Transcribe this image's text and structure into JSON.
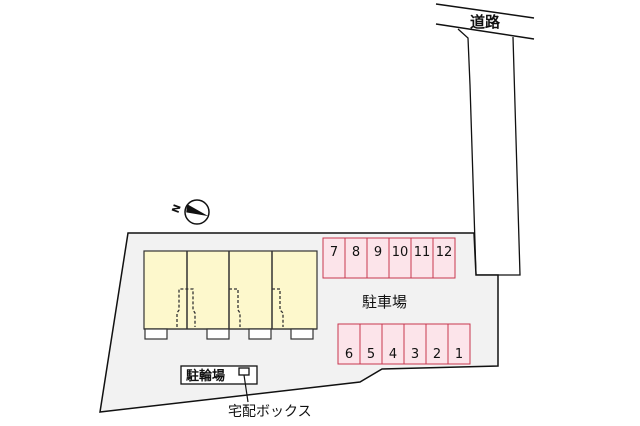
{
  "map": {
    "road_label": "道路",
    "parking_lot_label": "駐車場",
    "bicycle_parking_label": "駐輪場",
    "delivery_box_label": "宅配ボックス",
    "compass": {
      "north_marker": "N",
      "icon": "north-arrow-icon"
    },
    "parking_spaces_top": [
      "7",
      "8",
      "9",
      "10",
      "11",
      "12"
    ],
    "parking_spaces_bottom": [
      "6",
      "5",
      "4",
      "3",
      "2",
      "1"
    ],
    "building_units": 4,
    "colors": {
      "lot_fill": "#f2f2f2",
      "building_fill": "#fdf8cc",
      "space_fill": "#fce4ea",
      "space_stroke": "#c8374f",
      "outline": "#111111"
    }
  }
}
